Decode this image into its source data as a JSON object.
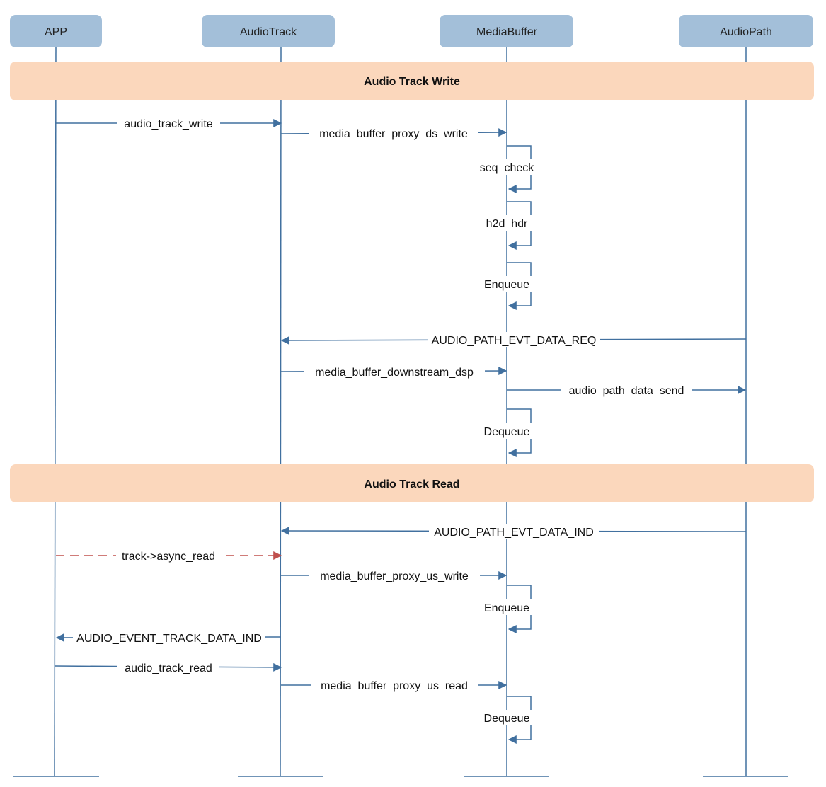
{
  "colors": {
    "participant_fill": "#a3bfd9",
    "section_fill": "#fbd7bc",
    "line": "#41709f",
    "async": "#c0504d",
    "lifeline": "#41709f"
  },
  "participants": [
    {
      "id": "app",
      "label": "APP"
    },
    {
      "id": "audiotrack",
      "label": "AudioTrack"
    },
    {
      "id": "mediabuffer",
      "label": "MediaBuffer"
    },
    {
      "id": "audiopath",
      "label": "AudioPath"
    }
  ],
  "sections": [
    {
      "id": "write",
      "label": "Audio Track Write"
    },
    {
      "id": "read",
      "label": "Audio Track Read"
    }
  ],
  "messages": [
    {
      "id": "m1",
      "from": "app",
      "to": "audiotrack",
      "label": "audio_track_write",
      "style": "solid"
    },
    {
      "id": "m2",
      "from": "audiotrack",
      "to": "mediabuffer",
      "label": "media_buffer_proxy_ds_write",
      "style": "solid"
    },
    {
      "id": "m3",
      "from": "mediabuffer",
      "to": "mediabuffer",
      "label": "seq_check",
      "style": "self"
    },
    {
      "id": "m4",
      "from": "mediabuffer",
      "to": "mediabuffer",
      "label": "h2d_hdr",
      "style": "self"
    },
    {
      "id": "m5",
      "from": "mediabuffer",
      "to": "mediabuffer",
      "label": "Enqueue",
      "style": "self"
    },
    {
      "id": "m6",
      "from": "audiopath",
      "to": "audiotrack",
      "label": "AUDIO_PATH_EVT_DATA_REQ",
      "style": "solid"
    },
    {
      "id": "m7",
      "from": "audiotrack",
      "to": "mediabuffer",
      "label": "media_buffer_downstream_dsp",
      "style": "solid"
    },
    {
      "id": "m8",
      "from": "mediabuffer",
      "to": "audiopath",
      "label": "audio_path_data_send",
      "style": "solid"
    },
    {
      "id": "m9",
      "from": "mediabuffer",
      "to": "mediabuffer",
      "label": "Dequeue",
      "style": "self"
    },
    {
      "id": "m10",
      "from": "audiopath",
      "to": "audiotrack",
      "label": "AUDIO_PATH_EVT_DATA_IND",
      "style": "solid"
    },
    {
      "id": "m11",
      "from": "app",
      "to": "audiotrack",
      "label": "track->async_read",
      "style": "dashed"
    },
    {
      "id": "m12",
      "from": "audiotrack",
      "to": "mediabuffer",
      "label": "media_buffer_proxy_us_write",
      "style": "solid"
    },
    {
      "id": "m13",
      "from": "mediabuffer",
      "to": "mediabuffer",
      "label": "Enqueue",
      "style": "self"
    },
    {
      "id": "m14",
      "from": "audiotrack",
      "to": "app",
      "label": "AUDIO_EVENT_TRACK_DATA_IND",
      "style": "solid"
    },
    {
      "id": "m15",
      "from": "app",
      "to": "audiotrack",
      "label": "audio_track_read",
      "style": "solid"
    },
    {
      "id": "m16",
      "from": "audiotrack",
      "to": "mediabuffer",
      "label": "media_buffer_proxy_us_read",
      "style": "solid"
    },
    {
      "id": "m17",
      "from": "mediabuffer",
      "to": "mediabuffer",
      "label": "Dequeue",
      "style": "self"
    }
  ]
}
